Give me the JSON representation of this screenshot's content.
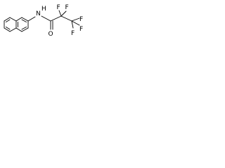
{
  "molecule": {
    "atoms": {
      "nitrogen": "N",
      "hydrogen": "H",
      "oxygen": "O",
      "fluorine_1": "F",
      "fluorine_2": "F",
      "fluorine_3": "F",
      "fluorine_4": "F",
      "fluorine_5": "F"
    }
  }
}
